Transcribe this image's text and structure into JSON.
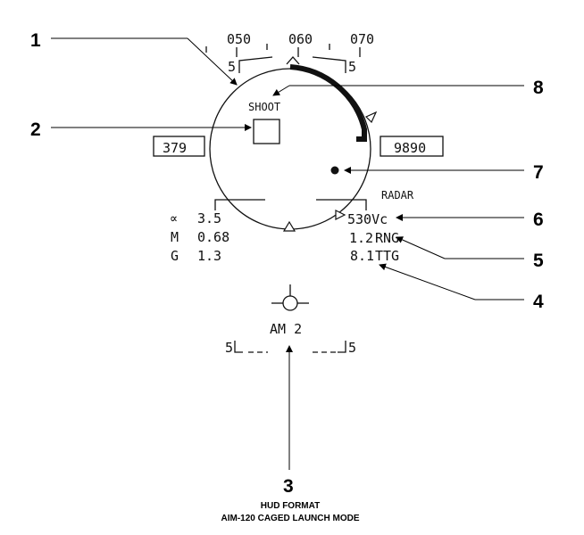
{
  "heading_scale": {
    "left": "050",
    "center": "060",
    "right": "070"
  },
  "bank_scale": {
    "left": "5",
    "right": "5"
  },
  "airspeed": "379",
  "altitude": "9890",
  "shoot_cue": "SHOOT",
  "flight_params": [
    {
      "symbol": "∝",
      "value": "3.5"
    },
    {
      "symbol": "M",
      "value": "0.68"
    },
    {
      "symbol": "G",
      "value": "1.3"
    }
  ],
  "radar": {
    "label": "RADAR",
    "closure": "530Vc",
    "range_value": "1.2",
    "range_label": "RNG",
    "ttg_value": "8.1",
    "ttg_label": "TTG"
  },
  "weapon": {
    "label": "AM 2",
    "left_tick": "5",
    "right_tick": "5"
  },
  "callouts": [
    "1",
    "2",
    "3",
    "4",
    "5",
    "6",
    "7",
    "8"
  ],
  "caption": {
    "line1": "HUD FORMAT",
    "line2": "AIM-120 CAGED LAUNCH MODE"
  }
}
